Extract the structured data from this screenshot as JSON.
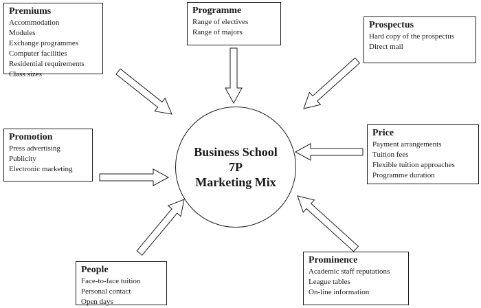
{
  "center": {
    "line1": "Business School",
    "line2": "7P",
    "line3": "Marketing Mix"
  },
  "boxes": {
    "premiums": {
      "title": "Premiums",
      "items": [
        "Accommodation",
        "Modules",
        "Exchange programmes",
        "Computer  facilities",
        "Residential requirements",
        "Class sizes"
      ]
    },
    "programme": {
      "title": "Programme",
      "items": [
        "Range of electives",
        "Range of majors"
      ]
    },
    "prospectus": {
      "title": "Prospectus",
      "items": [
        "Hard copy of the prospectus",
        "Direct mail"
      ]
    },
    "promotion": {
      "title": "Promotion",
      "items": [
        "Press advertising",
        "Publicity",
        "Electronic marketing"
      ]
    },
    "price": {
      "title": "Price",
      "items": [
        "Payment arrangements",
        "Tuition fees",
        "Flexible tuition approaches",
        "Programme duration"
      ]
    },
    "people": {
      "title": "People",
      "items": [
        "Face-to-face tuition",
        "Personal contact",
        "Open days"
      ]
    },
    "prominence": {
      "title": "Prominence",
      "items": [
        "Academic staff reputations",
        "League tables",
        "On-line information"
      ]
    }
  },
  "colors": {
    "stroke": "#1a1a1a",
    "background": "#ffffff"
  }
}
